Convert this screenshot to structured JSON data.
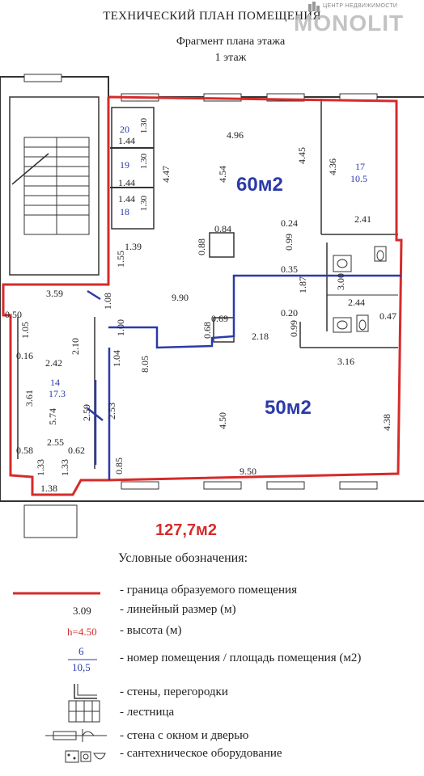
{
  "header": {
    "title": "ТЕХНИЧЕСКИЙ ПЛАН ПОМЕЩЕНИЯ",
    "subtitle": "Фрагмент плана этажа",
    "floor": "1 этаж",
    "logo_small": "ЦЕНТР НЕДВИЖИМОСТИ",
    "logo_big": "MONOLIT"
  },
  "colors": {
    "boundary": "#d62b2b",
    "partition": "#2b3aa8",
    "wall": "#333333",
    "area_label": "#2b3aa8"
  },
  "areas": {
    "upper": "60м2",
    "lower": "50м2",
    "total": "127,7м2"
  },
  "rooms": [
    {
      "number": "20",
      "area": "1.44"
    },
    {
      "number": "19",
      "area": "1.44"
    },
    {
      "number": "18",
      "area": "1.44"
    },
    {
      "number": "17",
      "area": "10.5"
    },
    {
      "number": "14",
      "area": "17.3"
    }
  ],
  "dimensions": [
    "1.30",
    "1.30",
    "1.30",
    "4.96",
    "4.47",
    "4.54",
    "4.45",
    "4.36",
    "0.24",
    "2.41",
    "0.84",
    "0.88",
    "0.99",
    "1.39",
    "1.55",
    "0.35",
    "1.87",
    "3.00",
    "2.44",
    "0.20",
    "0.47",
    "0.99",
    "3.59",
    "1.08",
    "9.90",
    "0.69",
    "0.68",
    "1.00",
    "2.18",
    "3.16",
    "0.50",
    "1.05",
    "0.16",
    "2.42",
    "2.10",
    "1.04",
    "8.05",
    "3.61",
    "5.74",
    "2.59",
    "2.53",
    "4.50",
    "4.38",
    "0.58",
    "2.55",
    "0.62",
    "1.33",
    "1.33",
    "0.85",
    "9.50",
    "1.38"
  ],
  "legend": {
    "title": "Условные обозначения:",
    "items": [
      {
        "sample": "",
        "label": "- граница  образуемого помещения"
      },
      {
        "sample": "3.09",
        "label": "- линейный размер (м)"
      },
      {
        "sample": "h=4.50",
        "label": "- высота (м)"
      },
      {
        "sample": "6",
        "sample2": "10,5",
        "label": "- номер помещения / площадь помещения (м2)"
      },
      {
        "sample": "",
        "label": "- стены, перегородки"
      },
      {
        "sample": "",
        "label": "- лестница"
      },
      {
        "sample": "",
        "label": "- стена с окном и дверью"
      },
      {
        "sample": "",
        "label": "- сантехническое оборудование"
      }
    ]
  }
}
